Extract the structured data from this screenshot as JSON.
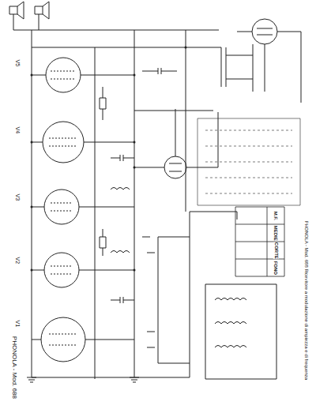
{
  "diagram": {
    "labels": [
      "PHONOLA - Mod. 688",
      "PHONOLA - Mod. 688 Ricevitore a modulazione di ampiezza e di frequenza",
      "V5",
      "V4",
      "V3",
      "V2",
      "V1",
      "M.F.",
      "MEDIE",
      "CORTE",
      "FONO"
    ]
  }
}
